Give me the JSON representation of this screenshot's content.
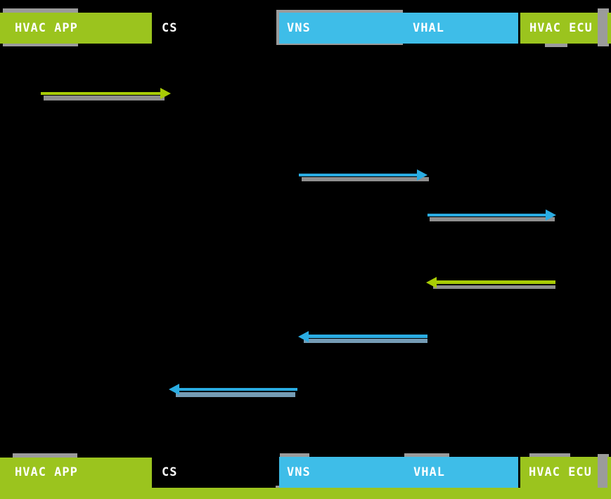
{
  "diagram": {
    "type": "sequence-diagram",
    "background": "#000000",
    "colors": {
      "green_box": "#9BC41E",
      "green_arrow": "#A8CB05",
      "blue_box": "#3EBDE8",
      "blue_arrow": "#2AACE2",
      "shadow_gray": "#9B9B9B",
      "blue_shadow": "#7FA9C4",
      "label_text": "#FFFFFF"
    },
    "actors": [
      {
        "id": "hvac-app",
        "label": "HVAC APP",
        "color": "green"
      },
      {
        "id": "cs",
        "label": "CS",
        "color": "black"
      },
      {
        "id": "vns",
        "label": "VNS",
        "color": "blue"
      },
      {
        "id": "vhal",
        "label": "VHAL",
        "color": "blue"
      },
      {
        "id": "hvac-ecu",
        "label": "HVAC ECU",
        "color": "green"
      }
    ],
    "messages": [
      {
        "from": "HVAC APP",
        "to": "CS",
        "direction": "right",
        "color": "green",
        "label": ""
      },
      {
        "from": "VNS",
        "to": "VHAL",
        "direction": "right",
        "color": "blue",
        "label": ""
      },
      {
        "from": "VHAL",
        "to": "HVAC ECU",
        "direction": "right",
        "color": "blue",
        "label": ""
      },
      {
        "from": "HVAC ECU",
        "to": "VHAL",
        "direction": "left",
        "color": "green",
        "label": ""
      },
      {
        "from": "VHAL",
        "to": "VNS",
        "direction": "left",
        "color": "blue",
        "label": ""
      },
      {
        "from": "VNS",
        "to": "CS",
        "direction": "left",
        "color": "blue",
        "label": ""
      }
    ]
  }
}
